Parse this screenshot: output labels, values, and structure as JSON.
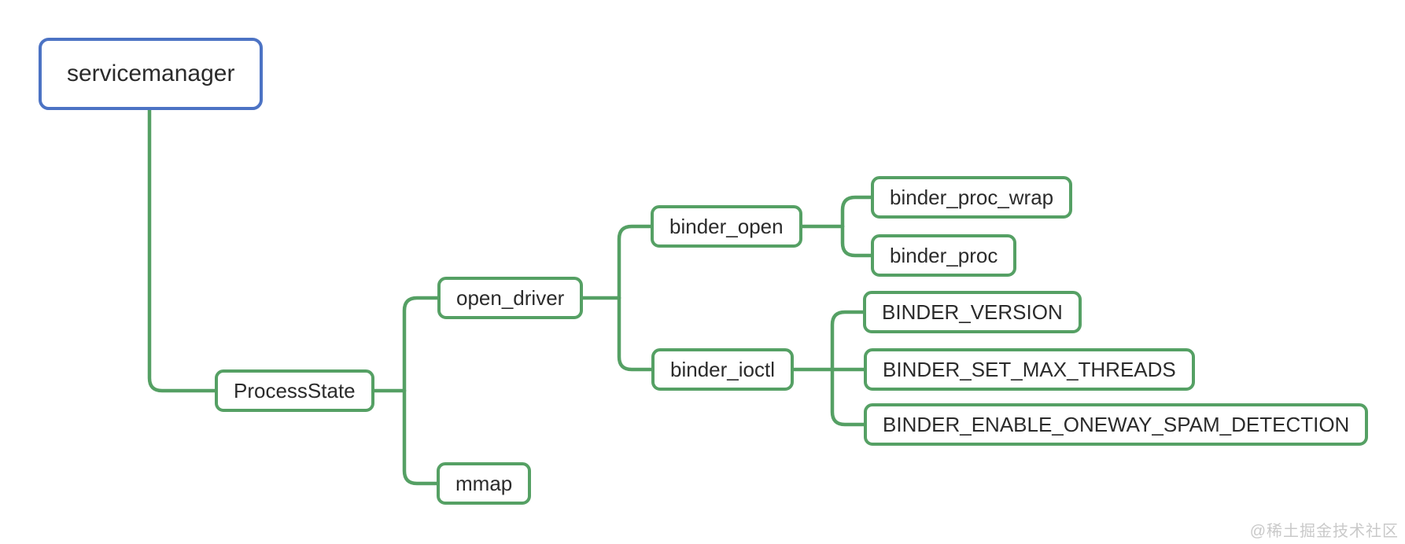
{
  "diagram": {
    "type": "mindmap-tree",
    "colors": {
      "root_border": "#4c73c4",
      "node_border": "#55a064",
      "connector": "#55a064",
      "text": "#2b2b2b",
      "background": "#ffffff",
      "watermark_text": "#c9c9c9"
    },
    "nodes": [
      {
        "id": "servicemanager",
        "label": "servicemanager",
        "parent": null,
        "level": 0
      },
      {
        "id": "ProcessState",
        "label": "ProcessState",
        "parent": "servicemanager",
        "level": 1
      },
      {
        "id": "open_driver",
        "label": "open_driver",
        "parent": "ProcessState",
        "level": 2
      },
      {
        "id": "mmap",
        "label": "mmap",
        "parent": "ProcessState",
        "level": 2
      },
      {
        "id": "binder_open",
        "label": "binder_open",
        "parent": "open_driver",
        "level": 3
      },
      {
        "id": "binder_ioctl",
        "label": "binder_ioctl",
        "parent": "open_driver",
        "level": 3
      },
      {
        "id": "binder_proc_wrap",
        "label": "binder_proc_wrap",
        "parent": "binder_open",
        "level": 4
      },
      {
        "id": "binder_proc",
        "label": "binder_proc",
        "parent": "binder_open",
        "level": 4
      },
      {
        "id": "BINDER_VERSION",
        "label": "BINDER_VERSION",
        "parent": "binder_ioctl",
        "level": 4
      },
      {
        "id": "BINDER_SET_MAX_THREADS",
        "label": "BINDER_SET_MAX_THREADS",
        "parent": "binder_ioctl",
        "level": 4
      },
      {
        "id": "BINDER_ENABLE_ONEWAY_SPAM_DETECTION",
        "label": "BINDER_ENABLE_ONEWAY_SPAM_DETECTION",
        "parent": "binder_ioctl",
        "level": 4
      }
    ]
  },
  "watermark": {
    "text": "@稀土掘金技术社区"
  }
}
